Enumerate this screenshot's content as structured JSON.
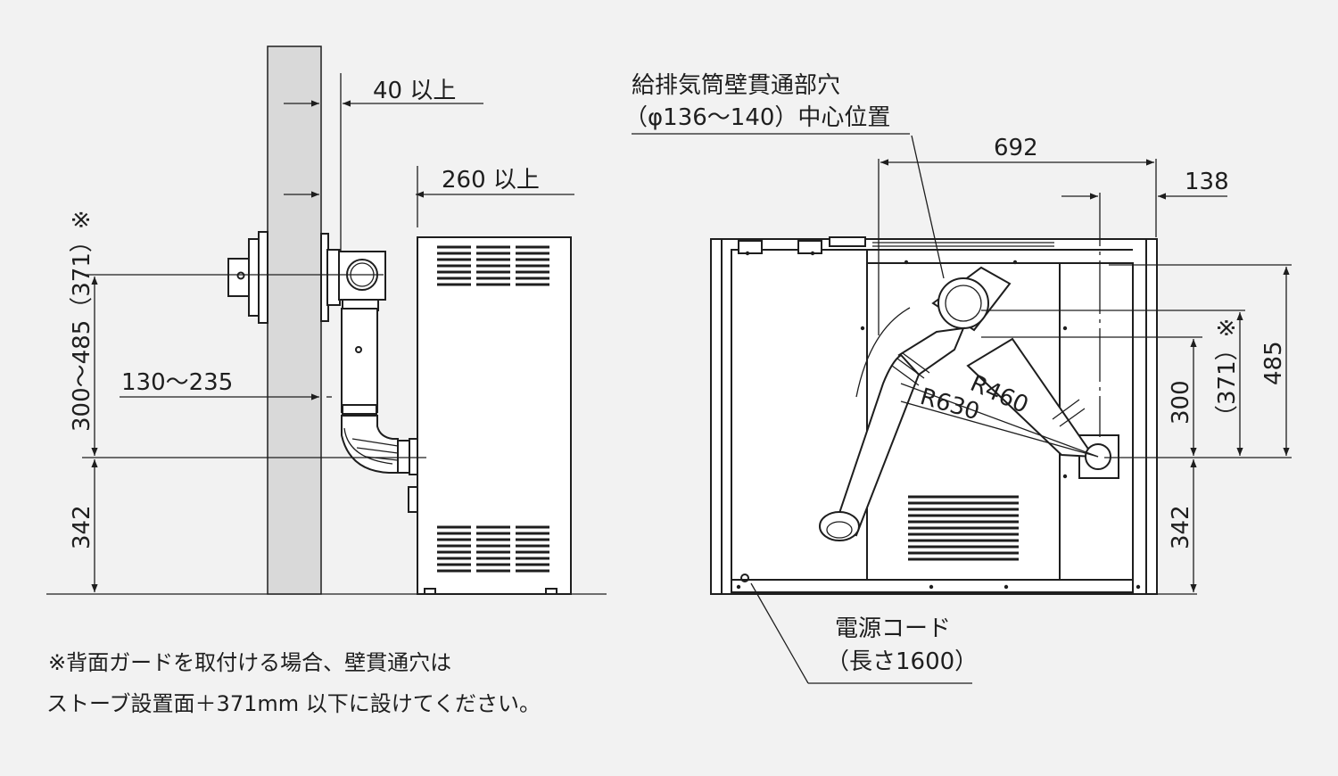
{
  "side_view": {
    "dim_40": "40 以上",
    "dim_260": "260 以上",
    "dim_height_range": "300～485（371）※",
    "dim_130_235": "130～235",
    "dim_342": "342"
  },
  "front_view": {
    "flue_hole_title": "給排気筒壁貫通部穴",
    "flue_hole_sub": "（φ136～140）中心位置",
    "dim_692": "692",
    "dim_138": "138",
    "dim_485": "485",
    "dim_371": "（371）※",
    "dim_300": "300",
    "dim_342": "342",
    "r460": "R460",
    "r630": "R630",
    "cord_title": "電源コード",
    "cord_sub": "（長さ1600）"
  },
  "notes": {
    "line1": "※背面ガードを取付ける場合、壁貫通穴は",
    "line2": "ストーブ設置面＋371mm 以下に設けてください。"
  },
  "colors": {
    "background": "#f2f2f2",
    "wall": "#d9d9d9",
    "line": "#1e1e1e",
    "swing_area": "#cccccc"
  }
}
